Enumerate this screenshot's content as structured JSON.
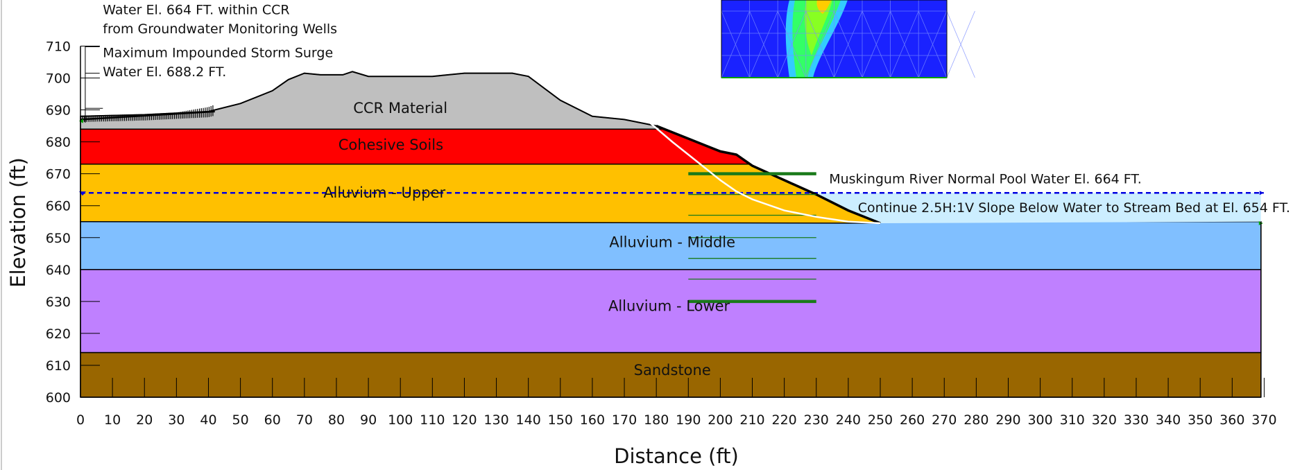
{
  "chart_data": {
    "type": "slope-stability-cross-section",
    "xlabel": "Distance (ft)",
    "ylabel": "Elevation (ft)",
    "xlim": [
      0,
      370
    ],
    "ylim": [
      600,
      710
    ],
    "x_ticks": [
      "0",
      "10",
      "20",
      "30",
      "40",
      "50",
      "60",
      "70",
      "80",
      "90",
      "100",
      "110",
      "120",
      "130",
      "140",
      "150",
      "160",
      "170",
      "180",
      "190",
      "200",
      "210",
      "220",
      "230",
      "240",
      "250",
      "260",
      "270",
      "280",
      "290",
      "300",
      "310",
      "320",
      "330",
      "340",
      "350",
      "360",
      "370"
    ],
    "y_ticks": [
      "600",
      "610",
      "620",
      "630",
      "640",
      "650",
      "660",
      "670",
      "680",
      "690",
      "700",
      "710"
    ],
    "materials": [
      {
        "name": "CCR Material",
        "color": "#bfbfbf",
        "label_x": 100,
        "label_y": 689
      },
      {
        "name": "Cohesive Soils",
        "color": "#ff0000",
        "label_x": 97,
        "label_y": 677.5
      },
      {
        "name": "Alluvium - Upper",
        "color": "#ffc000",
        "label_x": 95,
        "label_y": 662.5
      },
      {
        "name": "Alluvium - Middle",
        "color": "#80bfff",
        "label_x": 185,
        "label_y": 647
      },
      {
        "name": "Alluvium - Lower",
        "color": "#bf80ff",
        "label_x": 184,
        "label_y": 627
      },
      {
        "name": "Sandstone",
        "color": "#996600",
        "label_x": 185,
        "label_y": 607
      }
    ],
    "layer_boundaries": {
      "ccr_base_elevation": 684,
      "cohesive_base_elevation": 673,
      "upper_base_elevation": 655,
      "middle_base_elevation": 640,
      "lower_base_elevation": 614,
      "model_bottom": 600,
      "model_right": 369
    },
    "ground_surface": [
      [
        0,
        688
      ],
      [
        20,
        688.5
      ],
      [
        40,
        689.5
      ],
      [
        50,
        692
      ],
      [
        60,
        696
      ],
      [
        65,
        699.5
      ],
      [
        70,
        701.5
      ],
      [
        75,
        701
      ],
      [
        82,
        701
      ],
      [
        85,
        702
      ],
      [
        90,
        700.5
      ],
      [
        100,
        700.5
      ],
      [
        110,
        700.5
      ],
      [
        120,
        701.5
      ],
      [
        125,
        701.5
      ],
      [
        135,
        701.5
      ],
      [
        140,
        700.5
      ],
      [
        150,
        693
      ],
      [
        160,
        688
      ],
      [
        170,
        687
      ],
      [
        180,
        685
      ],
      [
        190,
        681
      ],
      [
        200,
        677
      ],
      [
        205,
        676
      ],
      [
        210,
        672.5
      ],
      [
        220,
        668
      ],
      [
        230,
        663.5
      ],
      [
        240,
        658.5
      ],
      [
        250,
        654.5
      ]
    ],
    "water_annotations": [
      {
        "text": "Water El. 664 FT. within CCR",
        "x": 7,
        "y": 720
      },
      {
        "text": "from Groundwater Monitoring Wells",
        "x": 7,
        "y": 714
      },
      {
        "text": "Maximum Impounded Storm Surge",
        "x": 7,
        "y": 706.5
      },
      {
        "text": "Water El. 688.2 FT.",
        "x": 7,
        "y": 700.5
      }
    ],
    "river_annotations": [
      {
        "text": "Muskingum River Normal Pool Water El. 664 FT.",
        "x": 234,
        "y": 667
      },
      {
        "text": "Continue 2.5H:1V Slope Below Water to Stream Bed at El. 654 FT.",
        "x": 243,
        "y": 658
      }
    ],
    "river_water_elevation": 664,
    "stream_bed_elevation": 654,
    "slip_surface": [
      [
        178,
        686
      ],
      [
        185,
        680
      ],
      [
        190,
        676
      ],
      [
        195,
        672
      ],
      [
        200,
        668
      ],
      [
        205,
        664.5
      ],
      [
        210,
        662
      ],
      [
        220,
        658.5
      ],
      [
        230,
        656.5
      ],
      [
        240,
        655
      ],
      [
        250,
        654.5
      ]
    ],
    "entry_exit_grid": {
      "x_start": 190,
      "x_end": 230,
      "elevations": [
        670,
        663.5,
        657,
        650,
        643.5,
        637,
        630
      ]
    },
    "inset_colors": [
      "#1a22ff",
      "#33ccff",
      "#33ff66",
      "#88ff22",
      "#ffcc00"
    ]
  }
}
